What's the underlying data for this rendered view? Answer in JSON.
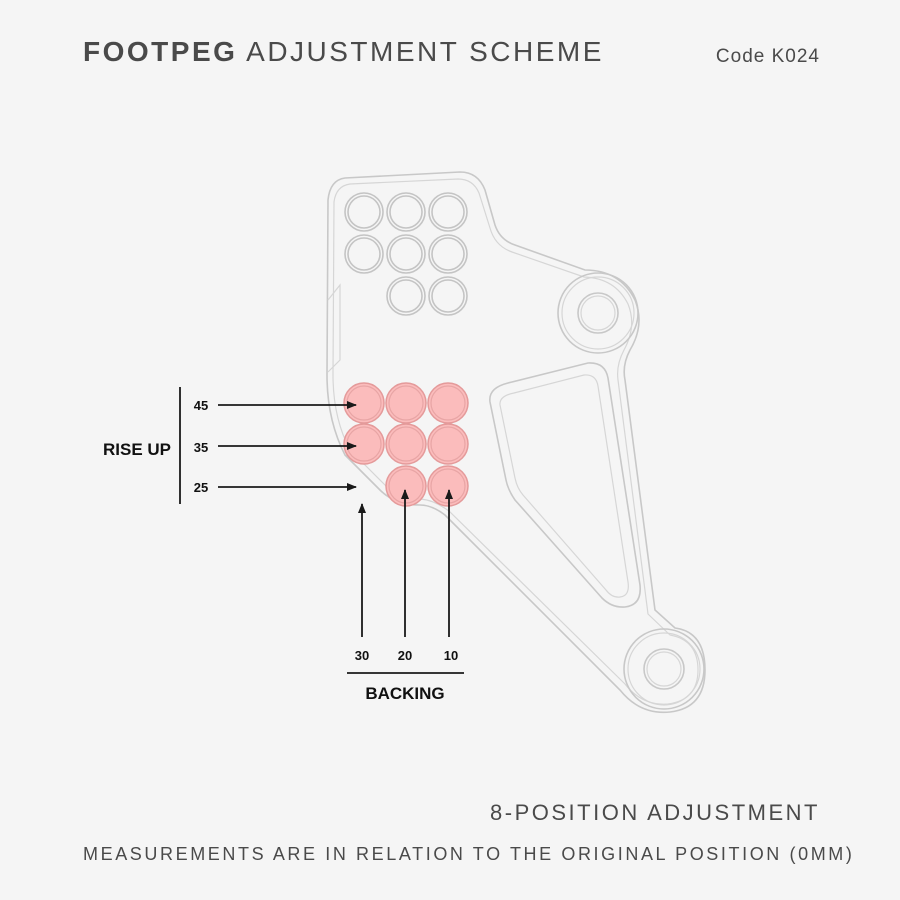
{
  "header": {
    "title_bold": "FOOTPEG",
    "title_rest": "ADJUSTMENT SCHEME",
    "code": "Code K024"
  },
  "diagram": {
    "rise_label": "RISE UP",
    "rise_values": [
      "45",
      "35",
      "25"
    ],
    "backing_label": "BACKING",
    "backing_values": [
      "30",
      "20",
      "10"
    ],
    "highlight_color": "#fbbcbc"
  },
  "footer": {
    "subtitle": "8-POSITION ADJUSTMENT",
    "note": "MEASUREMENTS ARE IN RELATION TO THE ORIGINAL POSITION (0MM)"
  }
}
